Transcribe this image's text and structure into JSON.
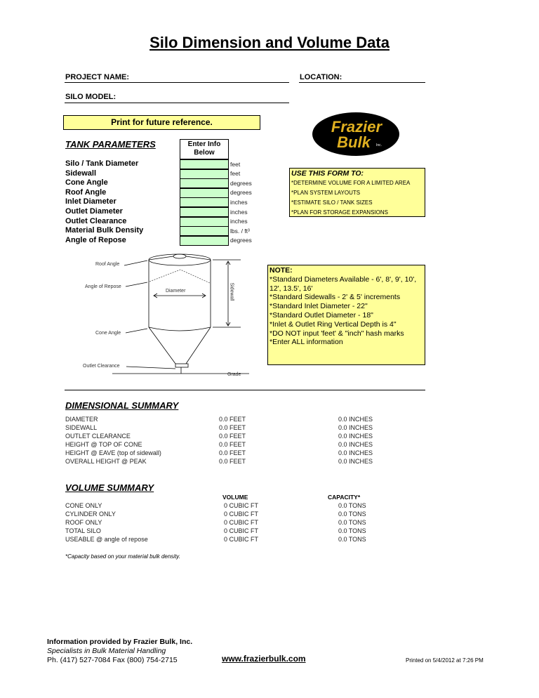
{
  "title": "Silo Dimension and Volume Data",
  "header": {
    "project_name": "PROJECT NAME:",
    "location": "LOCATION:",
    "silo_model": "SILO MODEL:"
  },
  "print_note": "Print for future reference.",
  "logo": {
    "line1": "Frazier",
    "line2": "Bulk",
    "suffix": "Inc."
  },
  "tank_parameters": {
    "title": "TANK PARAMETERS",
    "column_header_1": "Enter Info",
    "column_header_2": "Below",
    "rows": [
      {
        "label": "Silo / Tank Diameter",
        "unit": "feet",
        "value": ""
      },
      {
        "label": "Sidewall",
        "unit": "feet",
        "value": ""
      },
      {
        "label": "Cone Angle",
        "unit": "degrees",
        "value": ""
      },
      {
        "label": "Roof Angle",
        "unit": "degrees",
        "value": ""
      },
      {
        "label": "Inlet Diameter",
        "unit": "inches",
        "value": ""
      },
      {
        "label": "Outlet Diameter",
        "unit": "inches",
        "value": ""
      },
      {
        "label": "Outlet Clearance",
        "unit": "inches",
        "value": ""
      },
      {
        "label": "Material Bulk Density",
        "unit": "lbs. / ft³",
        "value": ""
      },
      {
        "label": "Angle of Repose",
        "unit": "degrees",
        "value": ""
      }
    ]
  },
  "use_form": {
    "title": "USE THIS FORM TO:",
    "items": [
      "*DETERMINE VOLUME FOR A LIMITED AREA",
      "*PLAN SYSTEM LAYOUTS",
      "*ESTIMATE SILO / TANK SIZES",
      "*PLAN FOR STORAGE EXPANSIONS"
    ]
  },
  "diagram": {
    "roof_angle": "Roof Angle",
    "angle_of_repose": "Angle of Repose",
    "diameter": "Diameter",
    "sidewall": "Sidewall",
    "cone_angle": "Cone Angle",
    "outlet_clearance": "Outlet Clearance",
    "grade": "Grade"
  },
  "note": {
    "title": "NOTE:",
    "lines": [
      "*Standard Diameters Available - 6', 8', 9', 10',",
      "12', 13.5', 16'",
      "*Standard Sidewalls - 2' & 5' increments",
      "*Standard Inlet Diameter - 22\"",
      "*Standard Outlet Diameter - 18\"",
      "*Inlet & Outlet Ring Vertical Depth is 4\"",
      "*DO NOT input 'feet' & \"inch\" hash marks",
      "*Enter ALL information"
    ]
  },
  "dimensional_summary": {
    "title": "DIMENSIONAL SUMMARY",
    "rows": [
      {
        "label": "DIAMETER",
        "feet": "0.0 FEET",
        "inches": "0.0 INCHES"
      },
      {
        "label": "SIDEWALL",
        "feet": "0.0 FEET",
        "inches": "0.0 INCHES"
      },
      {
        "label": "OUTLET CLEARANCE",
        "feet": "0.0 FEET",
        "inches": "0.0 INCHES"
      },
      {
        "label": "HEIGHT @ TOP OF CONE",
        "feet": "0.0 FEET",
        "inches": "0.0 INCHES"
      },
      {
        "label": "HEIGHT @ EAVE (top of sidewall)",
        "feet": "0.0 FEET",
        "inches": "0.0 INCHES"
      },
      {
        "label": "OVERALL HEIGHT @ PEAK",
        "feet": "0.0 FEET",
        "inches": "0.0 INCHES"
      }
    ]
  },
  "volume_summary": {
    "title": "VOLUME SUMMARY",
    "volume_header": "VOLUME",
    "capacity_header": "CAPACITY*",
    "rows": [
      {
        "label": "CONE ONLY",
        "volume": "0 CUBIC FT",
        "capacity": "0.0 TONS"
      },
      {
        "label": "CYLINDER ONLY",
        "volume": "0 CUBIC FT",
        "capacity": "0.0 TONS"
      },
      {
        "label": "ROOF ONLY",
        "volume": "0 CUBIC FT",
        "capacity": "0.0 TONS"
      },
      {
        "label": "TOTAL SILO",
        "volume": "0 CUBIC FT",
        "capacity": "0.0 TONS"
      },
      {
        "label": "USEABLE  @ angle of repose",
        "volume": "0 CUBIC FT",
        "capacity": "0.0 TONS"
      }
    ]
  },
  "footnote": "*Capacity based on your material bulk density.",
  "footer": {
    "provided_by": "Information provided by Frazier Bulk, Inc.",
    "tagline": "Specialists in Bulk Material Handling",
    "phone_fax": "Ph. (417) 527-7084  Fax (800) 754-2715",
    "website": "www.frazierbulk.com",
    "printed": "Printed on 5/4/2012 at 7:26 PM"
  },
  "colors": {
    "input_fill": "#ccffcc",
    "note_fill": "#ffff99",
    "logo_gold": "#e0b020"
  }
}
